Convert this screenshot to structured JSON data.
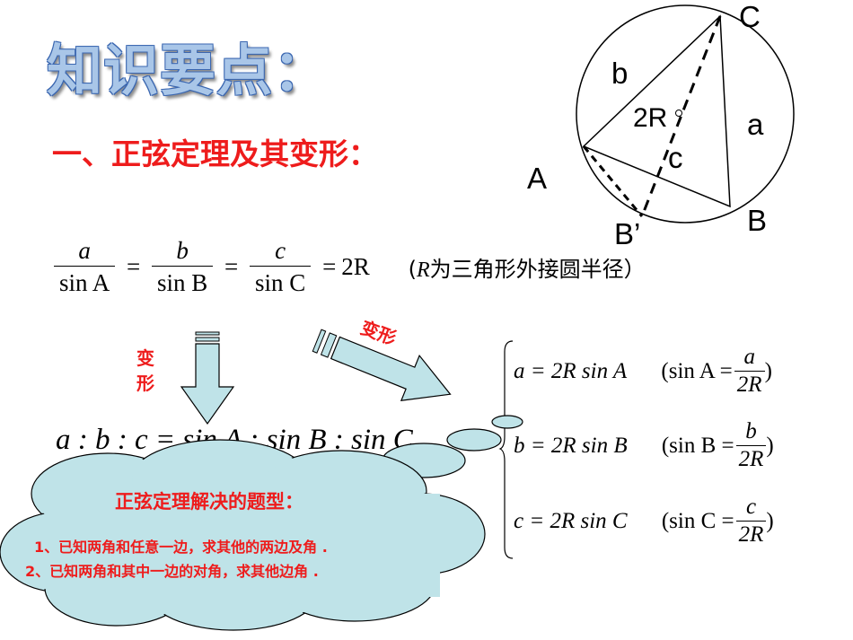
{
  "title": "知识要点：",
  "subtitle": "一、正弦定理及其变形：",
  "law": {
    "n1": "a",
    "d1": "sin A",
    "n2": "b",
    "d2": "sin B",
    "n3": "c",
    "d3": "sin C",
    "rhs": "2R",
    "note_r": "R",
    "note": "为三角形外接圆半径）",
    "note_open": "("
  },
  "arrow_labels": {
    "down": "变形",
    "right": "变形"
  },
  "ratio": "a : b : c = sin A : sin B : sin C",
  "cases": [
    {
      "lhs": "a = 2R sin A",
      "open": "(sin A =",
      "num": "a",
      "den": "2R",
      "close": ")"
    },
    {
      "lhs": "b = 2R sin B",
      "open": "(sin B =",
      "num": "b",
      "den": "2R",
      "close": ")"
    },
    {
      "lhs": "c = 2R sin C",
      "open": "(sin C =",
      "num": "c",
      "den": "2R",
      "close": ")"
    }
  ],
  "cloud": {
    "title": "正弦定理解决的题型：",
    "line1": "1、已知两角和任意一边，求其他的两边及角 .",
    "line2": "2、已知两角和其中一边的对角，求其他边角 ."
  },
  "diagram": {
    "A": "A",
    "B": "B",
    "C": "C",
    "Bp": "B’",
    "a": "a",
    "b": "b",
    "c": "c",
    "twoR": "2R"
  },
  "colors": {
    "red": "#ee1c1c",
    "cloud_fill": "#bfe3e8",
    "arrow_fill": "#bfe3e8",
    "title_fill": "#a9c6e8"
  }
}
